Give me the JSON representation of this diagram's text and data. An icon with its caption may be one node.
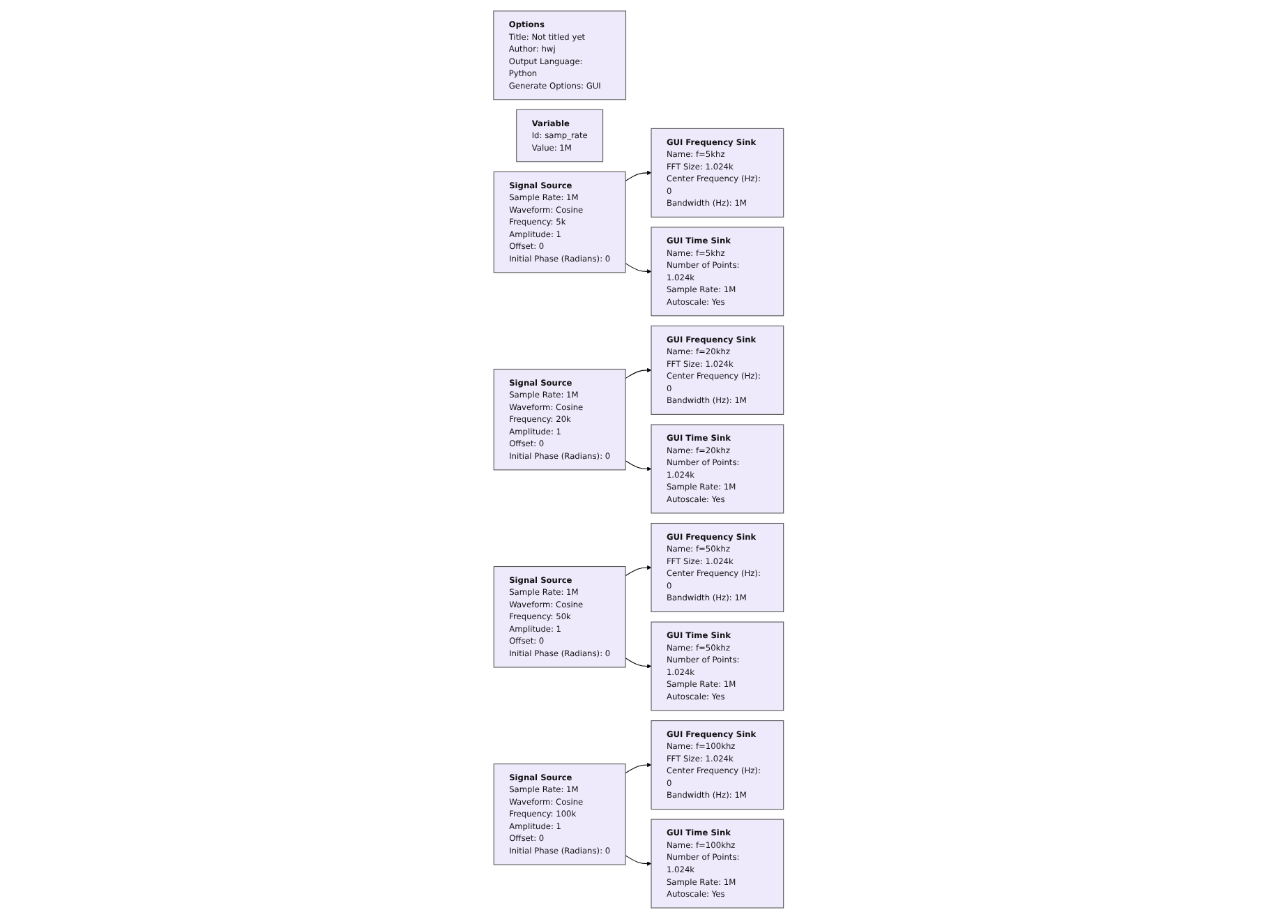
{
  "diagram": {
    "nodes": [
      {
        "text": [
          "Options",
          "Title: Not titled yet",
          "Author: hwj",
          "Output Language: Python",
          "Generate Options: GUI"
        ]
      },
      {
        "text": [
          "Variable",
          "Id: samp_rate",
          "Value: 1M"
        ]
      },
      {
        "text": [
          "Signal Source",
          "Sample Rate: 1M",
          "Waveform: Cosine",
          "Frequency: 5k",
          "Amplitude: 1",
          "Offset: 0",
          "Initial Phase (Radians): 0"
        ]
      },
      {
        "text": [
          "GUI Frequency Sink",
          "Name: f=5khz",
          "FFT Size: 1.024k",
          "Center Frequency (Hz): 0",
          "Bandwidth (Hz): 1M"
        ]
      },
      {
        "text": [
          "GUI Time Sink",
          "Name: f=5khz",
          "Number of Points: 1.024k",
          "Sample Rate: 1M",
          "Autoscale: Yes"
        ]
      },
      {
        "text": [
          "Signal Source",
          "Sample Rate: 1M",
          "Waveform: Cosine",
          "Frequency: 20k",
          "Amplitude: 1",
          "Offset: 0",
          "Initial Phase (Radians): 0"
        ]
      },
      {
        "text": [
          "GUI Frequency Sink",
          "Name: f=20khz",
          "FFT Size: 1.024k",
          "Center Frequency (Hz): 0",
          "Bandwidth (Hz): 1M"
        ]
      },
      {
        "text": [
          "GUI Time Sink",
          "Name: f=20khz",
          "Number of Points: 1.024k",
          "Sample Rate: 1M",
          "Autoscale: Yes"
        ]
      },
      {
        "text": [
          "Signal Source",
          "Sample Rate: 1M",
          "Waveform: Cosine",
          "Frequency: 50k",
          "Amplitude: 1",
          "Offset: 0",
          "Initial Phase (Radians): 0"
        ]
      },
      {
        "text": [
          "GUI Frequency Sink",
          "Name: f=50khz",
          "FFT Size: 1.024k",
          "Center Frequency (Hz): 0",
          "Bandwidth (Hz): 1M"
        ]
      },
      {
        "text": [
          "GUI Time Sink",
          "Name: f=50khz",
          "Number of Points: 1.024k",
          "Sample Rate: 1M",
          "Autoscale: Yes"
        ]
      },
      {
        "text": [
          "Signal Source",
          "Sample Rate: 1M",
          "Waveform: Cosine",
          "Frequency: 100k",
          "Amplitude: 1",
          "Offset: 0",
          "Initial Phase (Radians): 0"
        ]
      },
      {
        "text": [
          "GUI Frequency Sink",
          "Name: f=100khz",
          "FFT Size: 1.024k",
          "Center Frequency (Hz): 0",
          "Bandwidth (Hz): 1M"
        ]
      },
      {
        "text": [
          "GUI Time Sink",
          "Name: f=100khz",
          "Number of Points: 1.024k",
          "Sample Rate: 1M",
          "Autoscale: Yes"
        ]
      }
    ],
    "edges": [
      {
        "from": 2,
        "to": 3,
        "arrow": "to"
      },
      {
        "from": 2,
        "to": 4,
        "arrow": "to"
      },
      {
        "from": 5,
        "to": 6,
        "arrow": "to"
      },
      {
        "from": 5,
        "to": 7,
        "arrow": "to"
      },
      {
        "from": 8,
        "to": 9,
        "arrow": "to"
      },
      {
        "from": 8,
        "to": 10,
        "arrow": "to"
      },
      {
        "from": 11,
        "to": 12,
        "arrow": "to"
      },
      {
        "from": 11,
        "to": 13,
        "arrow": "to"
      }
    ]
  }
}
